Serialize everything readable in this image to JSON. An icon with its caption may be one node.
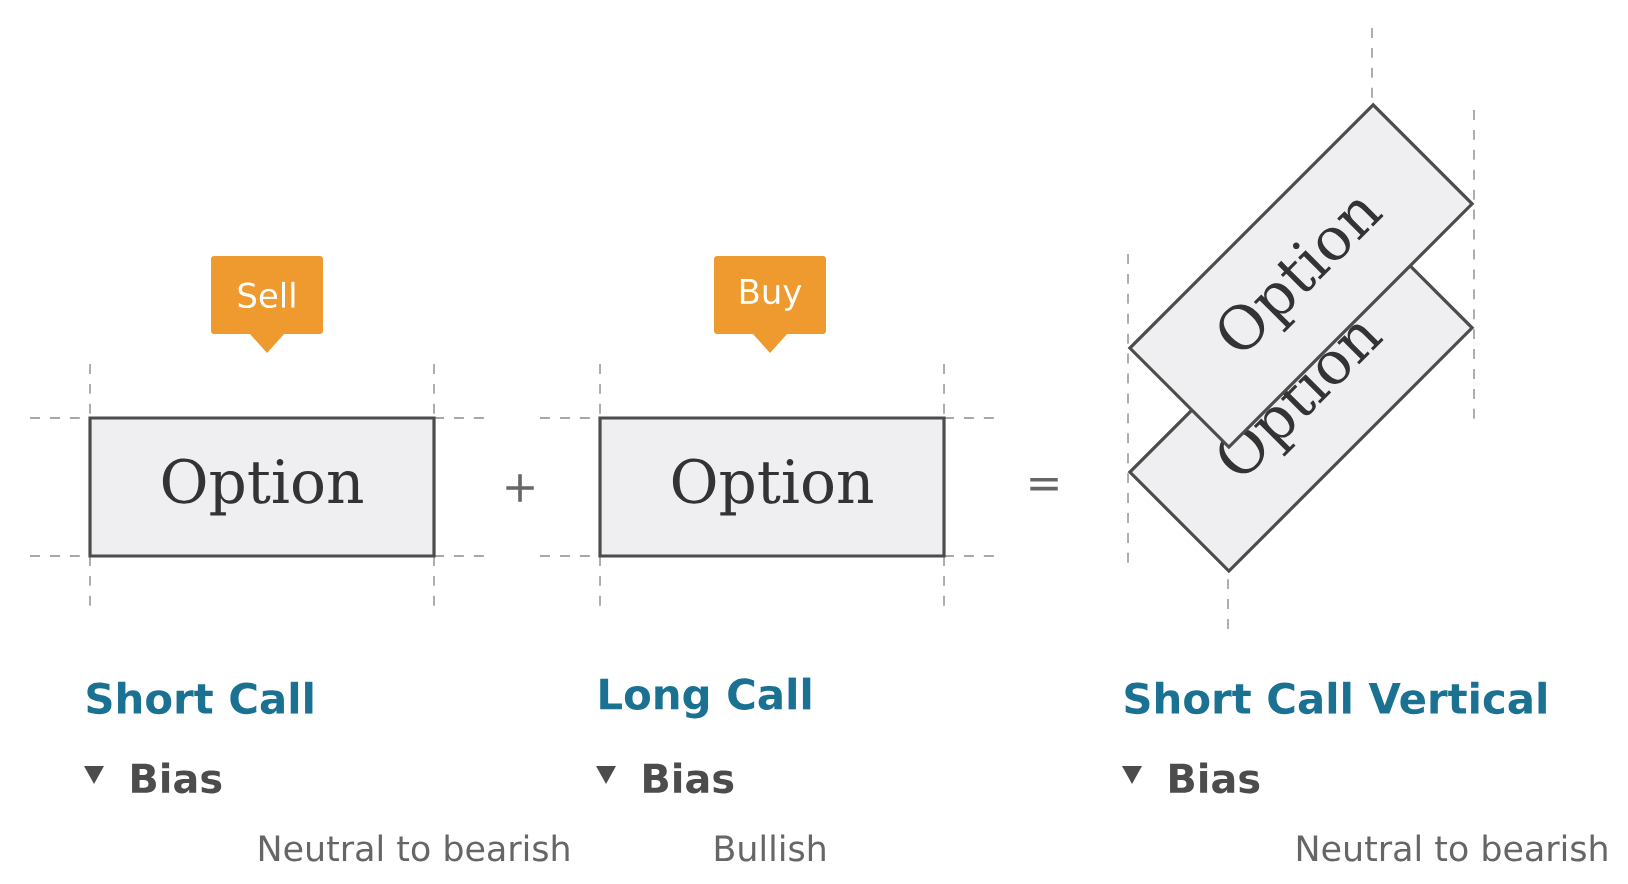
{
  "diagram": {
    "nodes": [
      {
        "text": [
          "Sell"
        ]
      },
      {
        "text": [
          "Option"
        ]
      },
      {
        "text": [
          "Buy"
        ]
      },
      {
        "text": [
          "Option"
        ]
      },
      {
        "text": [
          "Option"
        ]
      },
      {
        "text": [
          "Option"
        ]
      }
    ],
    "labels": [
      "+",
      "=",
      "Short Call",
      "Bias",
      "Neutral to bearish",
      "Long Call",
      "Bias",
      "Bullish",
      "Short Call Vertical",
      "Bias",
      "Neutral to bearish"
    ]
  }
}
